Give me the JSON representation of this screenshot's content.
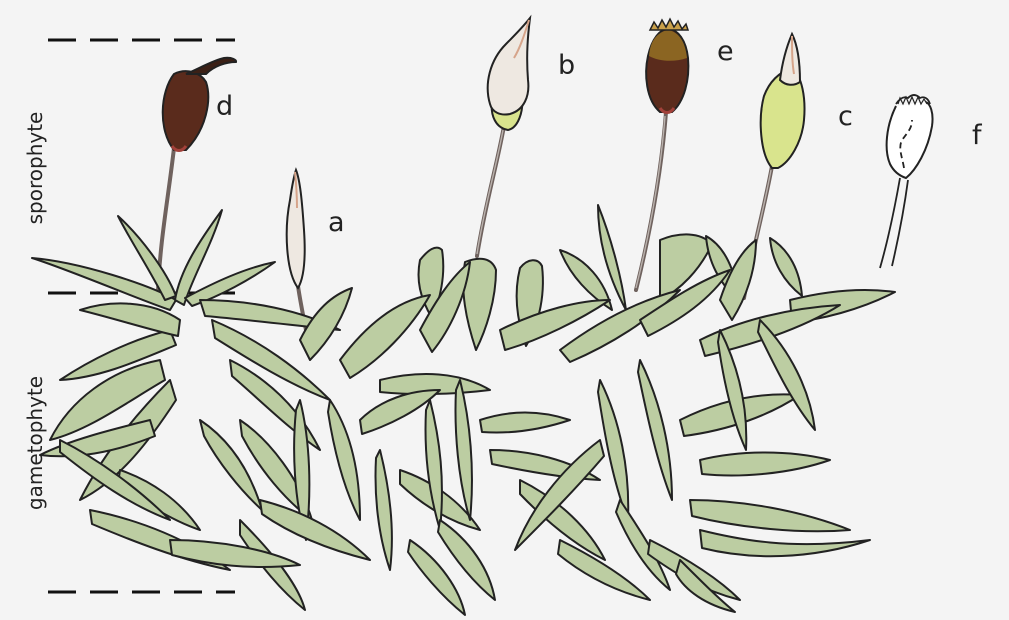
{
  "labels": {
    "a": "a",
    "b": "b",
    "c": "c",
    "d": "d",
    "e": "e",
    "f": "f",
    "sporophyte": "sporophyte",
    "gametophyte": "gametophyte"
  },
  "colors": {
    "background": "#f4f4f4",
    "leaf_fill": "#bccda2",
    "outline": "#222222",
    "seta": "#6f625e",
    "capsule_dark_brown": "#5a2b1c",
    "capsule_pale": "#eee8e1",
    "capsule_yellow_green": "#d9e48d"
  }
}
